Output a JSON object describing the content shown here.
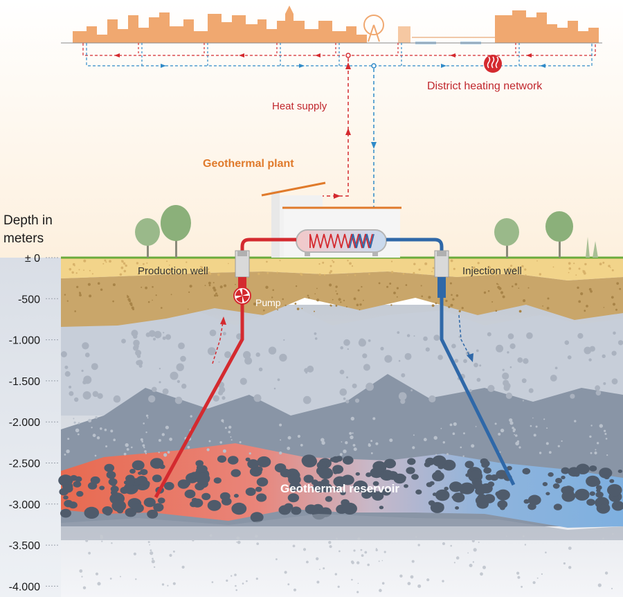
{
  "labels": {
    "district_heating": "District heating network",
    "heat_supply": "Heat supply",
    "plant": "Geothermal plant",
    "depth_title_1": "Depth in",
    "depth_title_2": "meters",
    "production_well": "Production well",
    "injection_well": "Injection well",
    "pump": "Pump",
    "reservoir": "Geothermal reservoir"
  },
  "depth_ticks": [
    "± 0",
    "-500",
    "-1.000",
    "-1.500",
    "-2.000",
    "-2.500",
    "-3.000",
    "-3.500",
    "-4.000"
  ],
  "colors": {
    "hot": "#d42a2f",
    "cold": "#2f68a8",
    "plant_orange": "#e07a2b",
    "ground_green": "#6aab3c",
    "city": "#f0a870"
  },
  "icons": {
    "heating": "heating-icon",
    "pump": "pump-icon",
    "flow_arrow": "flow-arrow-icon"
  }
}
